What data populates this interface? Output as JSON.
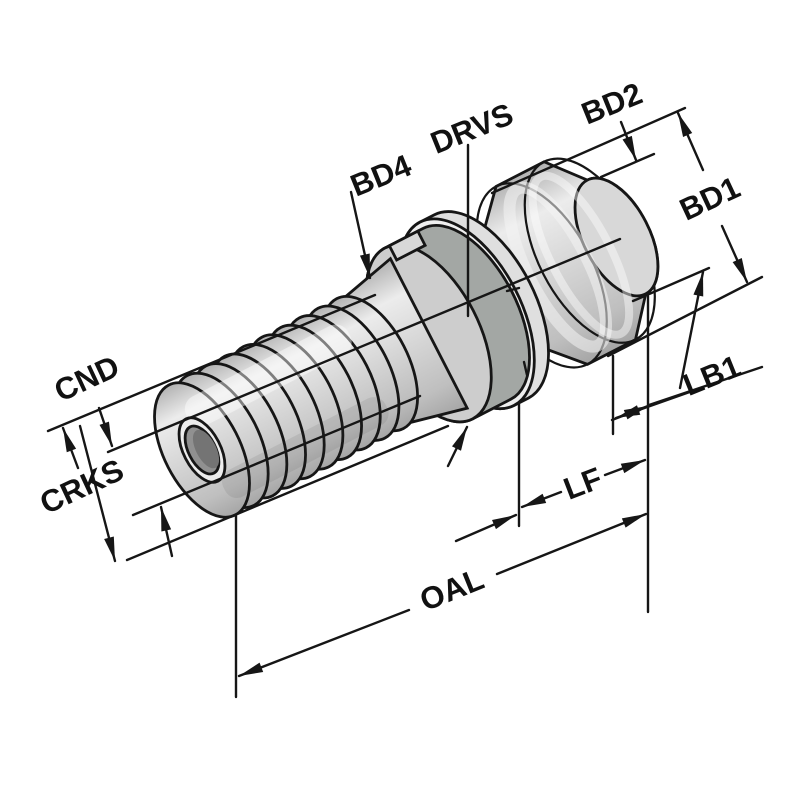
{
  "diagram": {
    "description": "Isometric technical drawing of a pull stud retention knob with dimension callouts",
    "labels": {
      "cnd": "CND",
      "crks": "CRKS",
      "bd4": "BD4",
      "drvs": "DRVS",
      "bd2": "BD2",
      "bd1": "BD1",
      "lb1": "LB1",
      "lf": "LF",
      "oal": "OAL"
    },
    "colors": {
      "background": "#ffffff",
      "line": "#161616",
      "body_light": "#ececec",
      "body_mid": "#d2d2d2",
      "body_dark": "#a9a9a9",
      "flange_face": "#a3a7a4",
      "flange_rim": "#cdcdcd",
      "washer_face": "#dfdfdf",
      "washer_rim": "#efefef",
      "end_face": "#d8d8d8",
      "bore_ring": "#ececec",
      "bore_hole": "#909090",
      "bore_shadow": "#747474",
      "neck": "#c4c4c4"
    }
  }
}
